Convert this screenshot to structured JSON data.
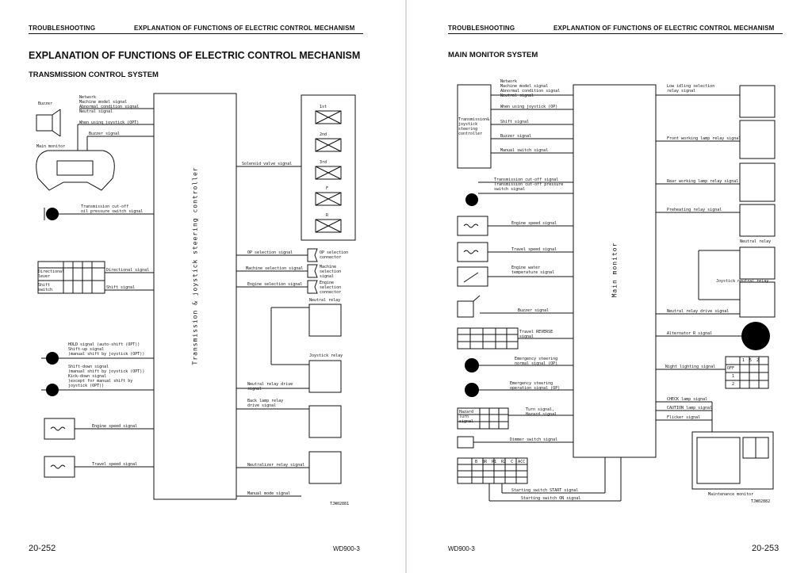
{
  "left": {
    "header_left": "TROUBLESHOOTING",
    "header_right": "EXPLANATION OF FUNCTIONS OF ELECTRIC CONTROL MECHANISM",
    "title": "EXPLANATION OF FUNCTIONS OF ELECTRIC CONTROL MECHANISM",
    "subtitle": "TRANSMISSION CONTROL SYSTEM",
    "page_number": "20-252",
    "model": "WD900-3",
    "figure_id": "TJW02881",
    "controller": "Transmission & joystick steering controller",
    "labels": {
      "buzzer": "Buzzer",
      "main_monitor": "Main monitor",
      "network": "Network\nMachine model signal\nAbnormal condition signal\nNeutral signal",
      "joystick_opt": "When using joystick (OPT)",
      "buzzer_signal": "Buzzer signal",
      "tcutoff": "Transmission cut-off\noil pressure switch signal",
      "directional_signal": "Directional signal",
      "shift_signal": "Shift signal",
      "directional_lever": "Directional\nlever",
      "shift_switch": "Shift\nswitch",
      "hold": "HOLD signal (auto-shift (OPT))\nShift-up signal\n(manual shift by joystick (OPT))",
      "shiftdown": "Shift-down signal\n(manual shift by joystick (OPT))\nKick-down signal\n(except for manual shift by\njoystick (OPT))",
      "engine_speed": "Engine speed signal",
      "travel_speed": "Travel speed signal",
      "solenoid": "Solenoid valve signal",
      "op_selection": "OP selection signal",
      "op_connector": "OP selection\nconnector",
      "machine_selection": "Machine selection signal",
      "machine_connector": "Machine\nselection\nsignal",
      "engine_selection": "Engine selection signal",
      "engine_connector": "Engine\nselection\nconnector",
      "neutral_relay": "Neutral relay",
      "joystick_relay": "Joystick relay",
      "neutral_relay_drive": "Neutral relay drive\nsignal",
      "back_lamp": "Back lamp relay\ndrive signal",
      "neutralizer": "Neutralizer relay signal",
      "manual_mode": "Manual mode signal"
    },
    "solenoids": [
      "1st",
      "2nd",
      "3rd",
      "F",
      "R"
    ]
  },
  "right": {
    "header_left": "TROUBLESHOOTING",
    "header_right": "EXPLANATION OF FUNCTIONS OF ELECTRIC CONTROL MECHANISM",
    "subtitle": "MAIN MONITOR SYSTEM",
    "page_number": "20-253",
    "model": "WD900-3",
    "figure_id": "TJW02882",
    "main_monitor": "Main monitor",
    "labels": {
      "network": "Network\nMachine model signal\nAbnormal condition signal\nNeutral signal",
      "controller": "Transmission&\njoystick\nsteering\ncontroller",
      "joystick_opt": "When using joystick (OP)",
      "shift": "Shift signal",
      "buzzer": "Buzzer signal",
      "manual_switch": "Manual switch signal",
      "tcutoff": "Transmission cut-off signal\nTransmission cut-off pressure\nswitch signal",
      "engine_speed": "Engine speed signal",
      "travel_speed": "Travel speed signal",
      "engine_water": "Engine water\ntemperature signal",
      "buzzer2": "Buzzer signal",
      "travel_reverse": "Travel REVERSE\nsignal",
      "emergency_normal": "Emergency steering\nnormal signal (OP)",
      "emergency_operation": "Emergency steering\noperation signal (OP)",
      "turn_hazard": "Turn signal,\nHazard signal",
      "dimmer": "Dimmer switch signal",
      "start": "Starting switch START signal",
      "on": "Starting switch ON signal",
      "low_idling": "Low idling selection\nrelay signal",
      "front_lamp": "Front working lamp relay signal",
      "rear_lamp": "Rear working lamp relay signal",
      "preheat": "Preheating relay signal",
      "neutral_relay": "Neutral relay",
      "joystick_neutral": "Joystick neutral relay",
      "neutral_drive": "Neutral relay drive signal",
      "alternator": "Alternator R signal",
      "night": "Night lighting signal",
      "check": "CHECK lamp signal",
      "caution": "CAUTION lamp signal",
      "flicker": "Flicker signal",
      "maintenance": "Maintenance monitor",
      "hazard_table": "Hazard\nTurn\nsignal",
      "starting_table": "B  BR  R1  R2  C  ACC"
    },
    "night_table": {
      "head": "1  5  2",
      "r1": "OFF",
      "r2": "1",
      "r3": "2"
    }
  }
}
